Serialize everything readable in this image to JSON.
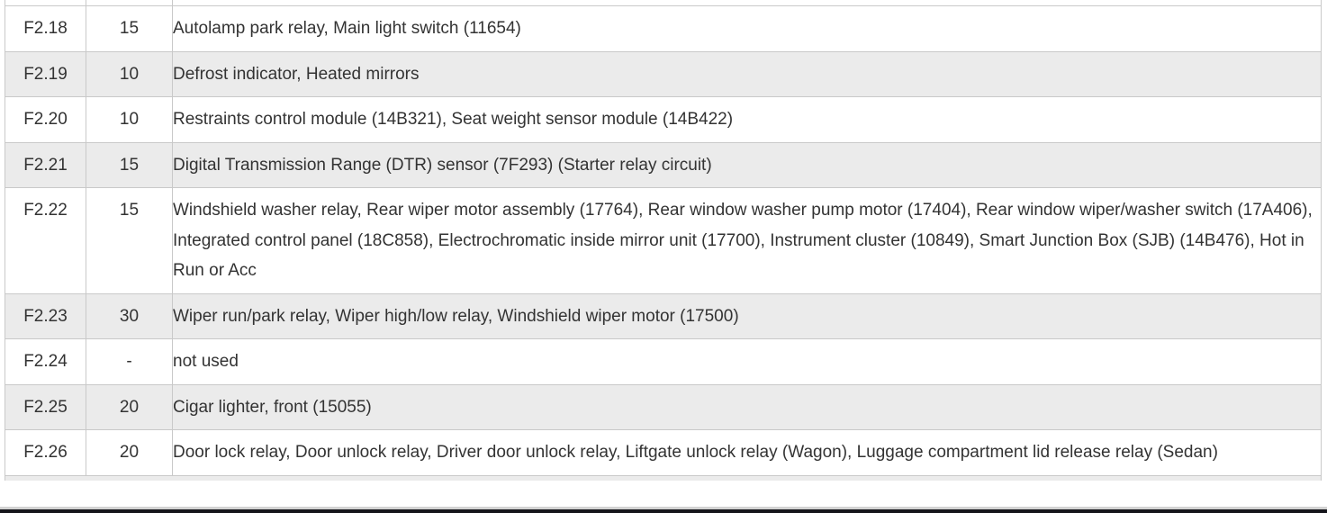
{
  "table": {
    "rows": [
      {
        "fuse": "F2.18",
        "amps": "15",
        "desc": "Autolamp park relay, Main light switch (11654)"
      },
      {
        "fuse": "F2.19",
        "amps": "10",
        "desc": "Defrost indicator, Heated mirrors"
      },
      {
        "fuse": "F2.20",
        "amps": "10",
        "desc": "Restraints control module (14B321), Seat weight sensor module (14B422)"
      },
      {
        "fuse": "F2.21",
        "amps": "15",
        "desc": "Digital Transmission Range (DTR) sensor (7F293) (Starter relay circuit)"
      },
      {
        "fuse": "F2.22",
        "amps": "15",
        "desc": "Windshield washer relay, Rear wiper motor assembly (17764), Rear window washer pump motor (17404), Rear window wiper/washer switch (17A406), Integrated control panel (18C858), Electrochromatic inside mirror unit (17700), Instrument cluster (10849), Smart Junction Box (SJB) (14B476), Hot in Run or Acc"
      },
      {
        "fuse": "F2.23",
        "amps": "30",
        "desc": "Wiper run/park relay, Wiper high/low relay, Windshield wiper motor (17500)"
      },
      {
        "fuse": "F2.24",
        "amps": "-",
        "desc": "not used"
      },
      {
        "fuse": "F2.25",
        "amps": "20",
        "desc": "Cigar lighter, front (15055)"
      },
      {
        "fuse": "F2.26",
        "amps": "20",
        "desc": "Door lock relay, Door unlock relay, Driver door unlock relay, Liftgate unlock relay (Wagon), Luggage compartment lid release relay (Sedan)"
      }
    ]
  },
  "colors": {
    "row_stripe": "#ebebeb",
    "row_plain": "#ffffff",
    "border": "#c9c9c9",
    "text": "#333333",
    "gray_band": "#d2d2d2",
    "bottom_bar": "#15151b"
  }
}
